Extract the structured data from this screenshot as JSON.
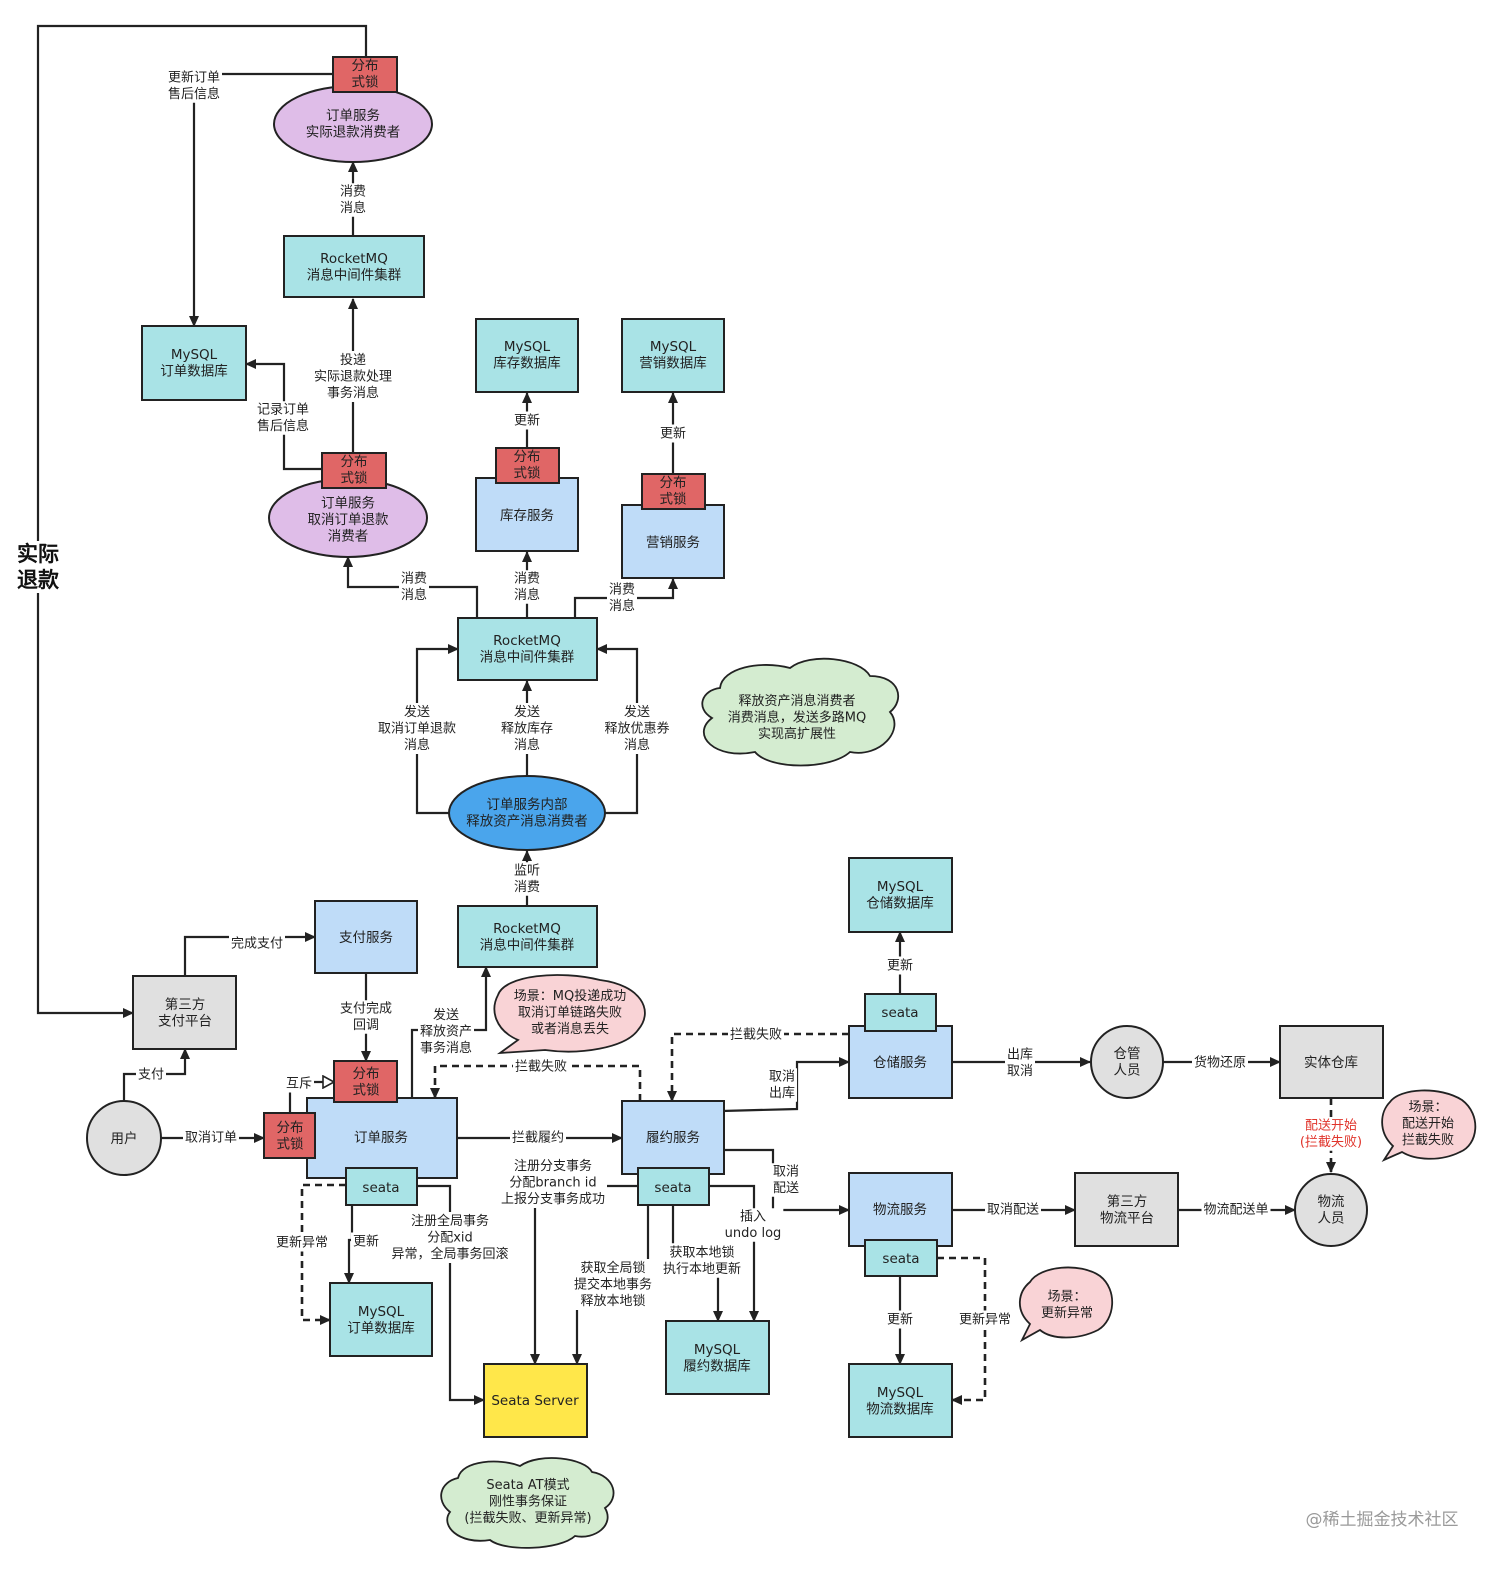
{
  "nodes": {
    "order_refund_consumer": "订单服务\n实际退款消费者",
    "lock_top": "分布\n式锁",
    "rocketmq_top": "RocketMQ\n消息中间件集群",
    "mysql_order_top": "MySQL\n订单数据库",
    "lock_cancel": "分布\n式锁",
    "cancel_refund_consumer": "订单服务\n取消订单退款\n消费者",
    "mysql_inventory": "MySQL\n库存数据库",
    "lock_inventory": "分布\n式锁",
    "inventory_service": "库存服务",
    "mysql_marketing": "MySQL\n营销数据库",
    "lock_marketing": "分布\n式锁",
    "marketing_service": "营销服务",
    "rocketmq_mid": "RocketMQ\n消息中间件集群",
    "release_consumer": "订单服务内部\n释放资产消息消费者",
    "rocketmq_low": "RocketMQ\n消息中间件集群",
    "payment_service": "支付服务",
    "third_pay": "第三方\n支付平台",
    "user": "用户",
    "lock_user": "分布\n式锁",
    "lock_order": "分布\n式锁",
    "order_service": "订单服务",
    "seata_order": "seata",
    "mysql_order_bottom": "MySQL\n订单数据库",
    "seata_server": "Seata Server",
    "fulfill_service": "履约服务",
    "seata_fulfill": "seata",
    "mysql_fulfill": "MySQL\n履约数据库",
    "mysql_warehouse": "MySQL\n仓储数据库",
    "seata_warehouse": "seata",
    "warehouse_service": "仓储服务",
    "warehouse_staff": "仓管\n人员",
    "physical_warehouse": "实体仓库",
    "logistics_service": "物流服务",
    "seata_logistics": "seata",
    "third_logistics": "第三方\n物流平台",
    "logistics_staff": "物流\n人员",
    "mysql_logistics": "MySQL\n物流数据库"
  },
  "edges": {
    "update_order_aftersale": "更新订单\n售后信息",
    "consume_msg_top": "消费\n消息",
    "deliver_refund_tx": "投递\n实际退款处理\n事务消息",
    "record_aftersale": "记录订单\n售后信息",
    "update_inventory": "更新",
    "update_marketing": "更新",
    "consume_left": "消费\n消息",
    "consume_middle": "消费\n消息",
    "consume_right": "消费\n消息",
    "send_cancel_refund": "发送\n取消订单退款\n消息",
    "send_release_inventory": "发送\n释放库存\n消息",
    "send_release_coupon": "发送\n释放优惠券\n消息",
    "listen_consume": "监听\n消费",
    "complete_payment": "完成支付",
    "payment_callback": "支付完成\n回调",
    "send_release_asset": "发送\n释放资产\n事务消息",
    "pay": "支付",
    "cancel_order": "取消订单",
    "mutex": "互斥",
    "intercept_fail_top": "拦截失败",
    "intercept_fulfill": "拦截履约",
    "intercept_fail_warehouse": "拦截失败",
    "cancel_outbound": "取消\n出库",
    "out_cancel": "出库\n取消",
    "goods_restore": "货物还原",
    "cancel_delivery_edge": "取消\n配送",
    "cancel_delivery": "取消配送",
    "logistics_order": "物流配送单",
    "delivery_started": "配送开始\n(拦截失败)",
    "update_warehouse": "更新",
    "update_logistics": "更新",
    "update_error_logistics": "更新异常",
    "update_order_db": "更新",
    "update_error_order": "更新异常",
    "register_global_tx": "注册全局事务\n分配xid\n异常，全局事务回滚",
    "register_branch_tx": "注册分支事务\n分配branch id\n上报分支事务成功",
    "global_lock": "获取全局锁\n提交本地事务\n释放本地锁",
    "local_lock": "获取本地锁\n执行本地更新",
    "insert_undo": "插入\nundo log"
  },
  "notes": {
    "actual_refund": "实际\n退款",
    "release_note": "释放资产消息消费者\n消费消息，发送多路MQ\n实现高扩展性",
    "mq_scene": "场景：MQ投递成功\n取消订单链路失败\n或者消息丢失",
    "delivery_scene": "场景：\n配送开始\n拦截失败",
    "update_scene": "场景：\n更新异常",
    "seata_note": "Seata AT模式\n刚性事务保证\n(拦截失败、更新异常)",
    "watermark": "@稀土掘金技术社区"
  },
  "colors": {
    "cyan": "#a9e3e6",
    "blue": "#bfdcf8",
    "purple": "#dfbde8",
    "lock": "#e06666",
    "gray": "#e0e0e0",
    "yellow": "#ffe74a",
    "green_cloud": "#d4ecd0",
    "pink_bubble": "#f9d3d6",
    "ellipse_blue": "#4aa5ec",
    "stroke": "#222222",
    "scene_red": "#e0342b"
  }
}
